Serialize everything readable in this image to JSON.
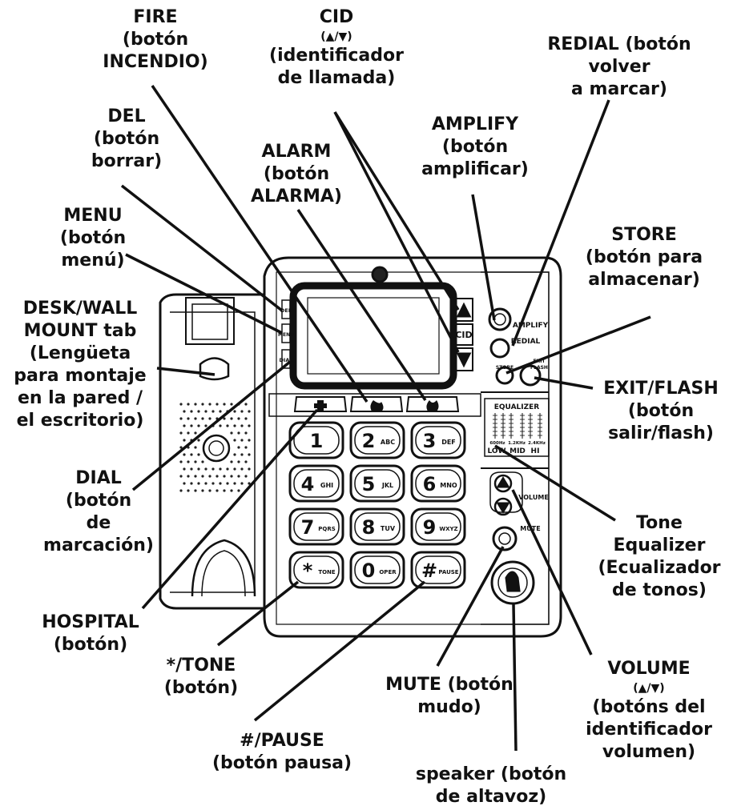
{
  "labels": {
    "fire": [
      "FIRE",
      "(botón",
      "INCENDIO)"
    ],
    "cid": [
      "CID",
      "(▲/▼)",
      "(identificador",
      "de llamada)"
    ],
    "redial": [
      "REDIAL (botón",
      "volver",
      "a marcar)"
    ],
    "del": [
      "DEL",
      "(botón",
      "borrar)"
    ],
    "amplify": [
      "AMPLIFY",
      "(botón",
      "amplificar)"
    ],
    "alarm": [
      "ALARM",
      "(botón",
      "ALARMA)"
    ],
    "menu": [
      "MENU",
      "(botón",
      "menú)"
    ],
    "store": [
      "STORE",
      "(botón para",
      "almacenar)"
    ],
    "desk_wall": [
      "DESK/WALL",
      "MOUNT tab",
      "(Lengüeta",
      "para montaje",
      "en la pared /",
      "el escritorio)"
    ],
    "exit_flash": [
      "EXIT/FLASH",
      "(botón",
      "salir/flash)"
    ],
    "dial": [
      "DIAL",
      "(botón",
      "de",
      "marcación)"
    ],
    "tone_eq": [
      "Tone",
      "Equalizer",
      "(Ecualizador",
      "de tonos)"
    ],
    "hospital": [
      "HOSPITAL",
      "(botón)"
    ],
    "tone": [
      "*/TONE",
      "(botón)"
    ],
    "volume": [
      "VOLUME",
      "(▲/▼)",
      "(botóns del",
      "identificador",
      "volumen)"
    ],
    "mute": [
      "MUTE (botón",
      "mudo)"
    ],
    "pause": [
      "#/PAUSE",
      "(botón pausa)"
    ],
    "speaker": [
      "speaker (botón",
      "de altavoz)"
    ]
  },
  "device": {
    "side_buttons": [
      "DEL",
      "MENU",
      "DIAL"
    ],
    "cid_label": "CID",
    "amplify_label": "AMPLIFY",
    "redial_label": "REDIAL",
    "store_label": "STORE",
    "exit_label": "EXIT",
    "flash_label": "FLASH",
    "equalizer_title": "EQUALIZER",
    "eq_freqs": [
      "600Hz",
      "1.2KHz",
      "2.4KHz"
    ],
    "eq_bands": [
      "LOW",
      "MID",
      "HI"
    ],
    "volume_label": "VOLUME",
    "mute_label": "MUTE",
    "keys": [
      {
        "digit": "1",
        "letters": ""
      },
      {
        "digit": "2",
        "letters": "ABC"
      },
      {
        "digit": "3",
        "letters": "DEF"
      },
      {
        "digit": "4",
        "letters": "GHI"
      },
      {
        "digit": "5",
        "letters": "JKL"
      },
      {
        "digit": "6",
        "letters": "MNO"
      },
      {
        "digit": "7",
        "letters": "PQRS"
      },
      {
        "digit": "8",
        "letters": "TUV"
      },
      {
        "digit": "9",
        "letters": "WXYZ"
      },
      {
        "digit": "*",
        "letters": "TONE"
      },
      {
        "digit": "0",
        "letters": "OPER"
      },
      {
        "digit": "#",
        "letters": "PAUSE"
      }
    ]
  }
}
